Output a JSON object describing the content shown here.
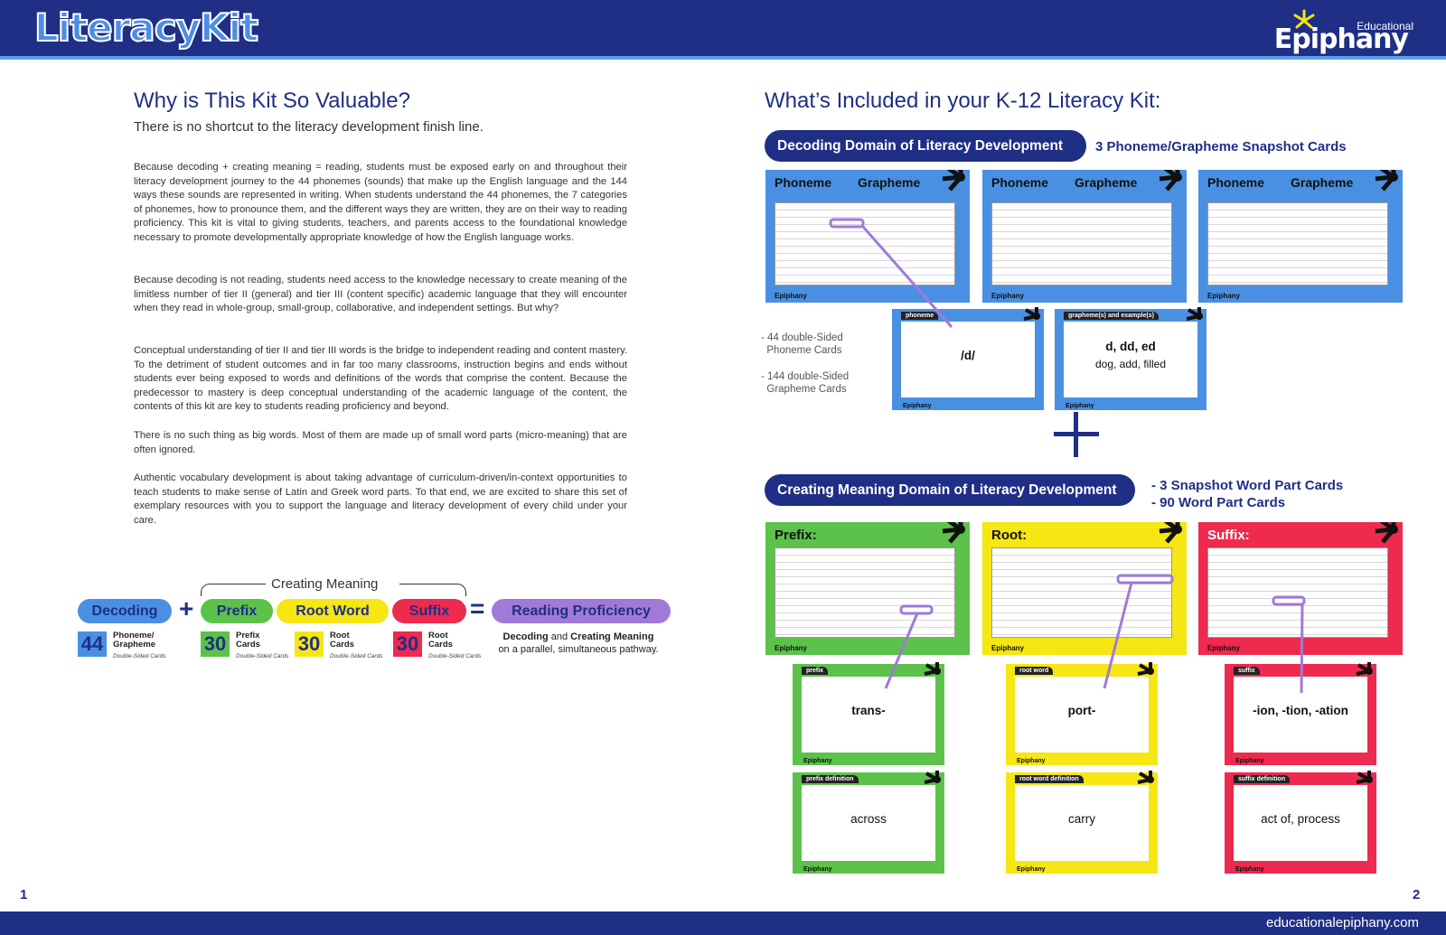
{
  "header": {
    "logo_left": "LiteracyKit",
    "logo_right_small": "Educational",
    "logo_right_big": "Epiphany"
  },
  "footer": {
    "url": "educationalepiphany.com",
    "page_left": "1",
    "page_right": "2"
  },
  "left": {
    "title": "Why is This Kit So Valuable?",
    "subtitle": "There is no shortcut to the literacy development finish line.",
    "paragraphs": [
      "Because decoding + creating meaning = reading, students must be exposed early on and throughout their literacy development journey to the 44 phonemes (sounds) that make up the English language and the 144 ways these sounds are represented in writing. When students understand the 44 phonemes, the 7 categories of phonemes, how to pronounce them, and the different ways they are written, they are on their way to reading proficiency. This kit is vital to giving students, teachers, and parents access to the foundational knowledge necessary to promote developmentally appropriate knowledge of how the English language works.",
      "Because decoding is not reading, students need access to the knowledge necessary to create meaning of the limitless number of tier II (general) and tier III (content specific) academic language that they will encounter when they read in whole-group, small-group, collaborative, and independent settings. But why?",
      "Conceptual understanding of tier II and tier III words is the bridge to independent reading and content mastery. To the detriment of student outcomes and in far too many classrooms, instruction begins and ends without students ever being exposed to words and definitions of the words that comprise the content. Because the  predecessor to mastery is deep conceptual understanding of the academic language of the content, the contents of this kit are key to students reading proficiency and beyond.",
      "There is no such thing as big words. Most of them are made up of small word parts (micro-meaning) that are often ignored.",
      "Authentic vocabulary development is about taking advantage of curriculum-driven/in-context opportunities to teach students to make sense of Latin and Greek word parts. To that end, we are excited to share this set of exemplary resources with you to support the language and literacy development of every child under your care."
    ],
    "formula": {
      "creating_meaning": "Creating Meaning",
      "decoding": "Decoding",
      "prefix": "Prefix",
      "root": "Root Word",
      "suffix": "Suffix",
      "result": "Reading Proficiency",
      "plus": "+",
      "equals": "=",
      "counts": [
        {
          "num": "44",
          "label1": "Phoneme/",
          "label2": "Grapheme",
          "note": "Double-Sided Cards",
          "color": "#4a90e2"
        },
        {
          "num": "30",
          "label1": "Prefix",
          "label2": "Cards",
          "note": "Double-Sided Cards",
          "color": "#5cc24a"
        },
        {
          "num": "30",
          "label1": "Root",
          "label2": "Cards",
          "note": "Double-Sided Cards",
          "color": "#f5e614"
        },
        {
          "num": "30",
          "label1": "Root",
          "label2": "Cards",
          "note": "Double-Sided Cards",
          "color": "#ee2a4f"
        }
      ],
      "rp_note_a": "Decoding",
      "rp_note_and": " and ",
      "rp_note_b": "Creating Meaning",
      "rp_note_c": "on a parallel, simultaneous pathway."
    }
  },
  "right": {
    "title": "What’s Included in your K-12 Literacy Kit:",
    "decoding_pill": "Decoding Domain of Literacy Development",
    "decoding_side": "3 Phoneme/Grapheme Snapshot Cards",
    "decoding_list": [
      "44 double-Sided",
      "Phoneme Cards",
      "144 double-Sided",
      "Grapheme Cards"
    ],
    "list_dash": "-",
    "snapshot_phoneme": "Phoneme",
    "snapshot_grapheme": "Grapheme",
    "brand": "Epiphany",
    "phoneme_card": {
      "tag": "phoneme",
      "word": "/d/"
    },
    "grapheme_card": {
      "tag": "grapheme(s) and example(s)",
      "word": "d, dd, ed",
      "example": "dog, add, filled"
    },
    "meaning_pill": "Creating Meaning Domain of Literacy Development",
    "meaning_side": [
      "- 3 Snapshot Word Part Cards",
      "- 90 Word Part Cards"
    ],
    "snapshots": [
      {
        "title": "Prefix:",
        "color": "#5cc24a"
      },
      {
        "title": "Root:",
        "color": "#f5e614"
      },
      {
        "title": "Suffix:",
        "color": "#ee2a4f"
      }
    ],
    "word_cards": [
      {
        "tag": "prefix",
        "word": "trans-",
        "def_tag": "prefix definition",
        "def": "across",
        "color": "#5cc24a"
      },
      {
        "tag": "root word",
        "word": "port-",
        "def_tag": "root word definition",
        "def": "carry",
        "color": "#f5e614"
      },
      {
        "tag": "suffix",
        "word": "-ion, -tion, -ation",
        "def_tag": "suffix definition",
        "def": "act of, process",
        "color": "#ee2a4f"
      }
    ],
    "colors": {
      "navy": "#1f2f86",
      "blue": "#4a90e2",
      "purple": "#a07ad8"
    }
  }
}
